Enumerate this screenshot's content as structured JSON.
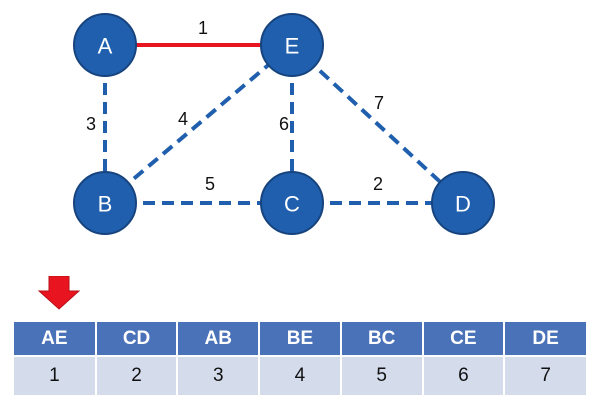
{
  "graph": {
    "nodes": [
      "A",
      "E",
      "B",
      "C",
      "D"
    ],
    "edges": [
      {
        "name": "AE",
        "from": "A",
        "to": "E",
        "weight": "1",
        "selected": true
      },
      {
        "name": "CD",
        "from": "C",
        "to": "D",
        "weight": "2",
        "selected": false
      },
      {
        "name": "AB",
        "from": "A",
        "to": "B",
        "weight": "3",
        "selected": false
      },
      {
        "name": "BE",
        "from": "B",
        "to": "E",
        "weight": "4",
        "selected": false
      },
      {
        "name": "BC",
        "from": "B",
        "to": "C",
        "weight": "5",
        "selected": false
      },
      {
        "name": "CE",
        "from": "C",
        "to": "E",
        "weight": "6",
        "selected": false
      },
      {
        "name": "DE",
        "from": "D",
        "to": "E",
        "weight": "7",
        "selected": false
      }
    ]
  },
  "table": {
    "headers": [
      "AE",
      "CD",
      "AB",
      "BE",
      "BC",
      "CE",
      "DE"
    ],
    "values": [
      "1",
      "2",
      "3",
      "4",
      "5",
      "6",
      "7"
    ],
    "current_index": 0
  },
  "colors": {
    "node_fill": "#1f5fad",
    "edge_dashed": "#1f5fad",
    "edge_selected": "#e8141f",
    "header_bg": "#4a72b8",
    "cell_bg": "#d4dcec",
    "pointer": "#e8141f"
  },
  "icons": {
    "pointer": "down-arrow-icon"
  }
}
